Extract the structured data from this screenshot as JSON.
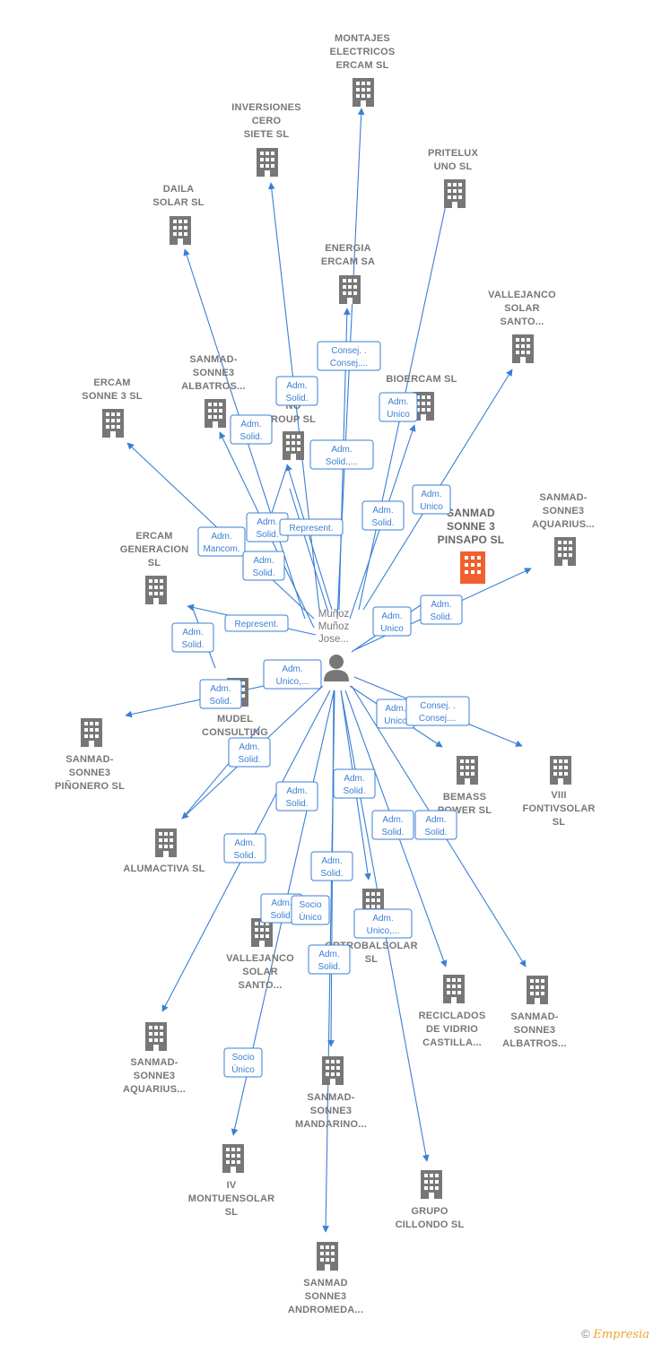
{
  "center": {
    "label": [
      "Muñoz",
      "Muñoz",
      "Jose..."
    ],
    "icon": "person-icon"
  },
  "colors": {
    "edge": "#3a7fd5",
    "building": "#777777",
    "highlight": "#f06030"
  },
  "nodes": [
    {
      "id": "montajes",
      "label": [
        "MONTAJES",
        "ELECTRICOS",
        "ERCAM SL"
      ]
    },
    {
      "id": "inversiones",
      "label": [
        "INVERSIONES",
        "CERO",
        "SIETE  SL"
      ]
    },
    {
      "id": "pritelux",
      "label": [
        "PRITELUX",
        "UNO SL"
      ]
    },
    {
      "id": "daila",
      "label": [
        "DAILA",
        "SOLAR SL"
      ]
    },
    {
      "id": "energia",
      "label": [
        "ENERGIA",
        "ERCAM SA"
      ]
    },
    {
      "id": "vallejanco1",
      "label": [
        "VALLEJANCO",
        "SOLAR",
        "SANTO..."
      ]
    },
    {
      "id": "sanmad_albatros1",
      "label": [
        "SANMAD-",
        "SONNE3",
        "ALBATROS..."
      ]
    },
    {
      "id": "bioercam",
      "label": [
        "BIOERCAM SL"
      ]
    },
    {
      "id": "ercam3",
      "label": [
        "ERCAM",
        "SONNE 3  SL"
      ]
    },
    {
      "id": "nogroup",
      "label": [
        "NO",
        "ROUP  SL"
      ]
    },
    {
      "id": "pinsapo",
      "label": [
        "SANMAD",
        "SONNE 3",
        "PINSAPO  SL"
      ],
      "highlight": true
    },
    {
      "id": "aquarius1",
      "label": [
        "SANMAD-",
        "SONNE3",
        "AQUARIUS..."
      ]
    },
    {
      "id": "ercamgen",
      "label": [
        "ERCAM",
        "GENERACION",
        "SL"
      ]
    },
    {
      "id": "mudel",
      "label": [
        "MUDEL",
        "CONSULTING"
      ]
    },
    {
      "id": "pinonero",
      "label": [
        "SANMAD-",
        "SONNE3",
        "PIÑONERO  SL"
      ]
    },
    {
      "id": "bemass",
      "label": [
        "BEMASS",
        "POWER  SL"
      ]
    },
    {
      "id": "viii",
      "label": [
        "VIII",
        "FONTIVSOLAR",
        "SL"
      ]
    },
    {
      "id": "alumactiva",
      "label": [
        "ALUMACTIVA SL"
      ]
    },
    {
      "id": "ortrobal",
      "label": [
        "ORTROBALSOLAR",
        "SL"
      ]
    },
    {
      "id": "vallejanco2",
      "label": [
        "VALLEJANCO",
        "SOLAR",
        "SANTO..."
      ]
    },
    {
      "id": "reciclados",
      "label": [
        "RECICLADOS",
        "DE VIDRIO",
        "CASTILLA..."
      ]
    },
    {
      "id": "albatros2",
      "label": [
        "SANMAD-",
        "SONNE3",
        "ALBATROS..."
      ]
    },
    {
      "id": "aquarius2",
      "label": [
        "SANMAD-",
        "SONNE3",
        "AQUARIUS..."
      ]
    },
    {
      "id": "mandarino",
      "label": [
        "SANMAD-",
        "SONNE3",
        "MANDARINO..."
      ]
    },
    {
      "id": "montuensolar",
      "label": [
        "IV",
        "MONTUENSOLAR",
        "SL"
      ]
    },
    {
      "id": "cillondo",
      "label": [
        "GRUPO",
        "CILLONDO  SL"
      ]
    },
    {
      "id": "andromeda",
      "label": [
        "SANMAD",
        "SONNE3",
        "ANDROMEDA..."
      ]
    }
  ],
  "edge_labels": [
    [
      "Consej. .",
      "Consej...."
    ],
    [
      "Adm.",
      "Solid."
    ],
    [
      "Adm.",
      "Unico"
    ],
    [
      "Adm.",
      "Solid."
    ],
    [
      "Adm.",
      "Solid.,..."
    ],
    [
      "Adm.",
      "Unico"
    ],
    [
      "Adm.",
      "Solid."
    ],
    [
      "Adm.",
      "Solid."
    ],
    [
      "Represent."
    ],
    [
      "Adm.",
      "Mancom."
    ],
    [
      "Adm.",
      "Solid."
    ],
    [
      "Adm.",
      "Unico"
    ],
    [
      "Adm.",
      "Solid."
    ],
    [
      "Represent."
    ],
    [
      "Adm.",
      "Solid."
    ],
    [
      "Adm.",
      "Unico,..."
    ],
    [
      "Adm.",
      "Solid."
    ],
    [
      "Adm.",
      "Unico"
    ],
    [
      "Consej. .",
      "Consej...."
    ],
    [
      "Adm.",
      "Solid."
    ],
    [
      "Adm.",
      "Solid."
    ],
    [
      "Adm.",
      "Solid."
    ],
    [
      "Adm.",
      "Solid."
    ],
    [
      "Adm.",
      "Solid."
    ],
    [
      "Adm.",
      "Solid."
    ],
    [
      "Adm.",
      "Solid."
    ],
    [
      "Adm.",
      "Solid."
    ],
    [
      "Socio",
      "Único"
    ],
    [
      "Adm.",
      "Unico,..."
    ],
    [
      "Adm.",
      "Solid."
    ],
    [
      "Socio",
      "Único"
    ]
  ],
  "copyright": {
    "symbol": "©",
    "brand": "Empresia"
  }
}
